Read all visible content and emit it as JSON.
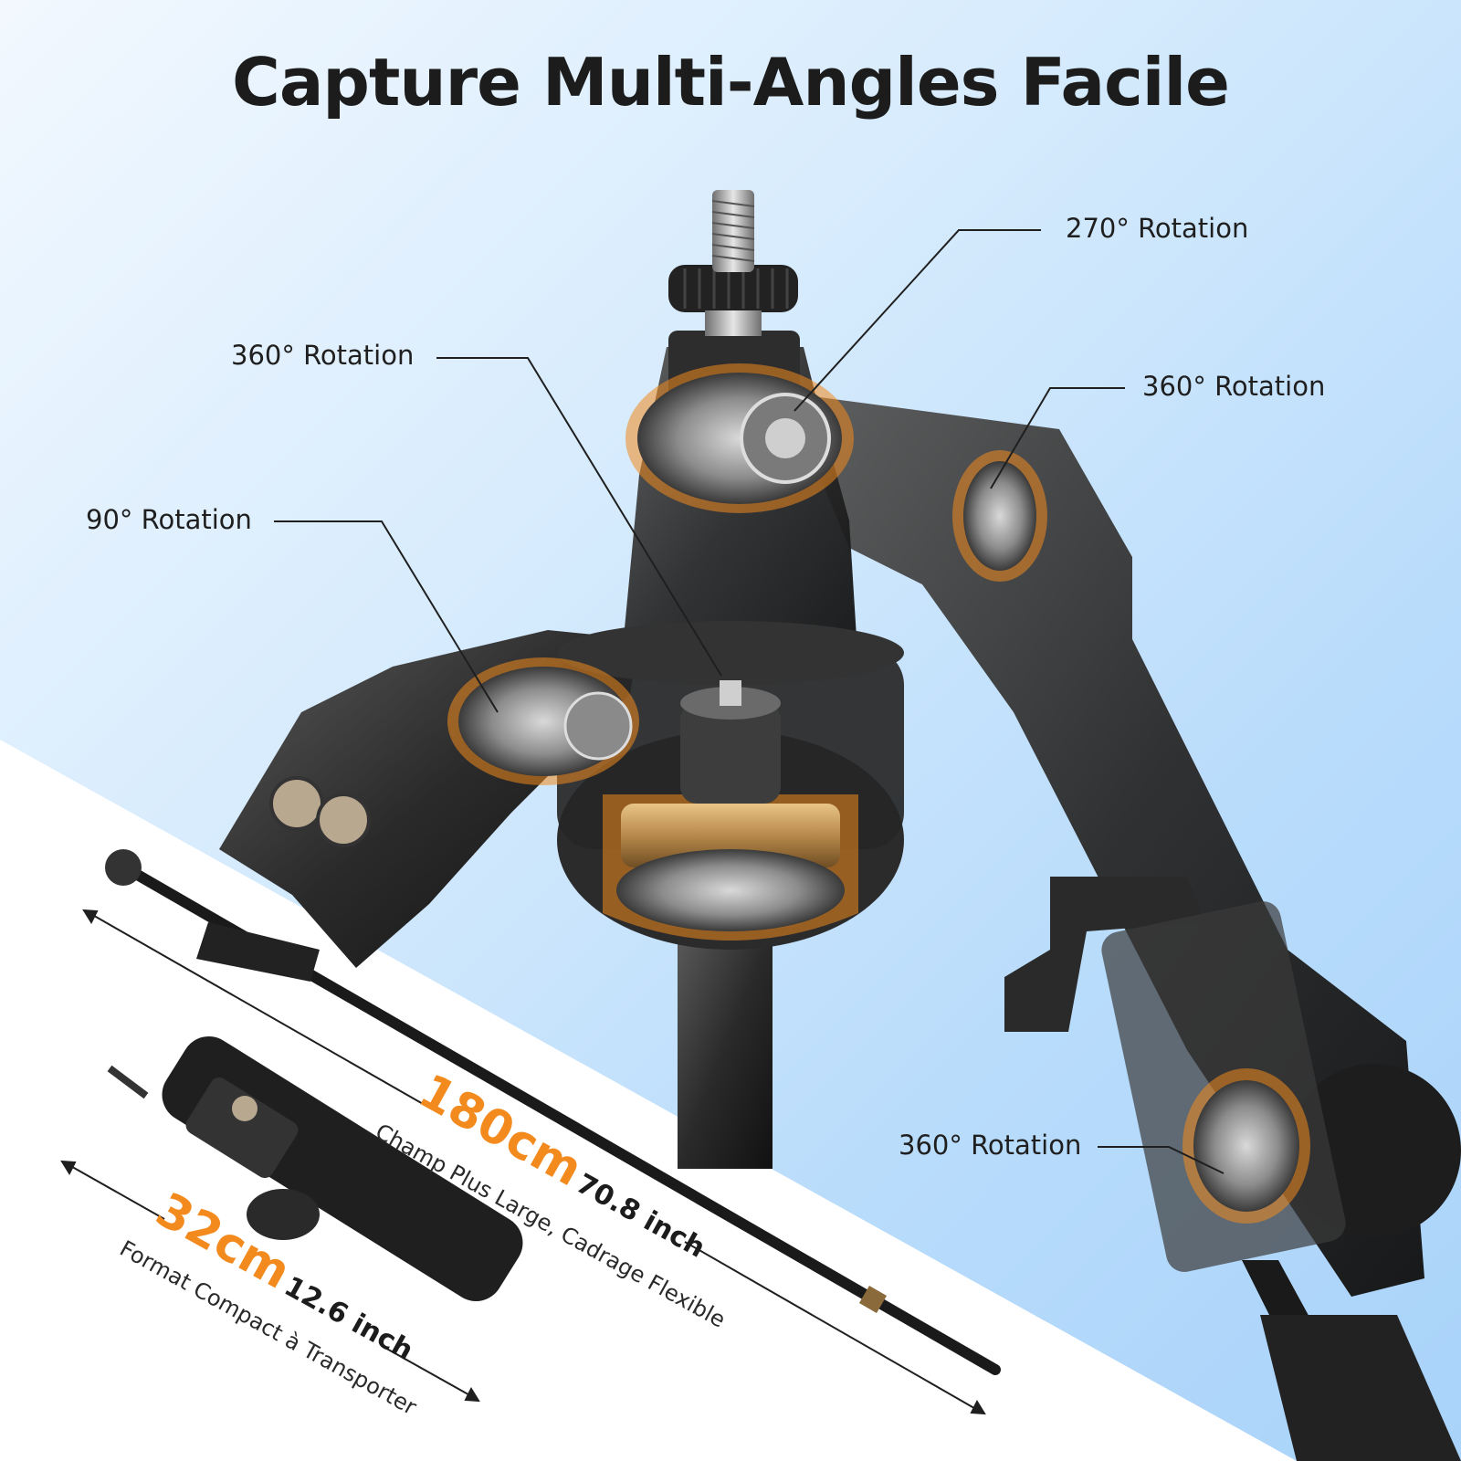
{
  "title": "Capture Multi-Angles Facile",
  "callouts": {
    "rot_270": "270° Rotation",
    "rot_360_left": "360° Rotation",
    "rot_360_right": "360° Rotation",
    "rot_90": "90° Rotation",
    "rot_360_bottom": "360° Rotation"
  },
  "extended": {
    "length_cm": "180cm",
    "length_inch": "70.8 inch",
    "caption": "Champ Plus Large, Cadrage Flexible"
  },
  "compact": {
    "length_cm": "32cm",
    "length_inch": "12.6 inch",
    "caption": "Format Compact à Transporter"
  },
  "colors": {
    "accent_orange": "#f28a1e",
    "background_blue": "#b9dcfb",
    "text_dark": "#1c1c1c"
  }
}
